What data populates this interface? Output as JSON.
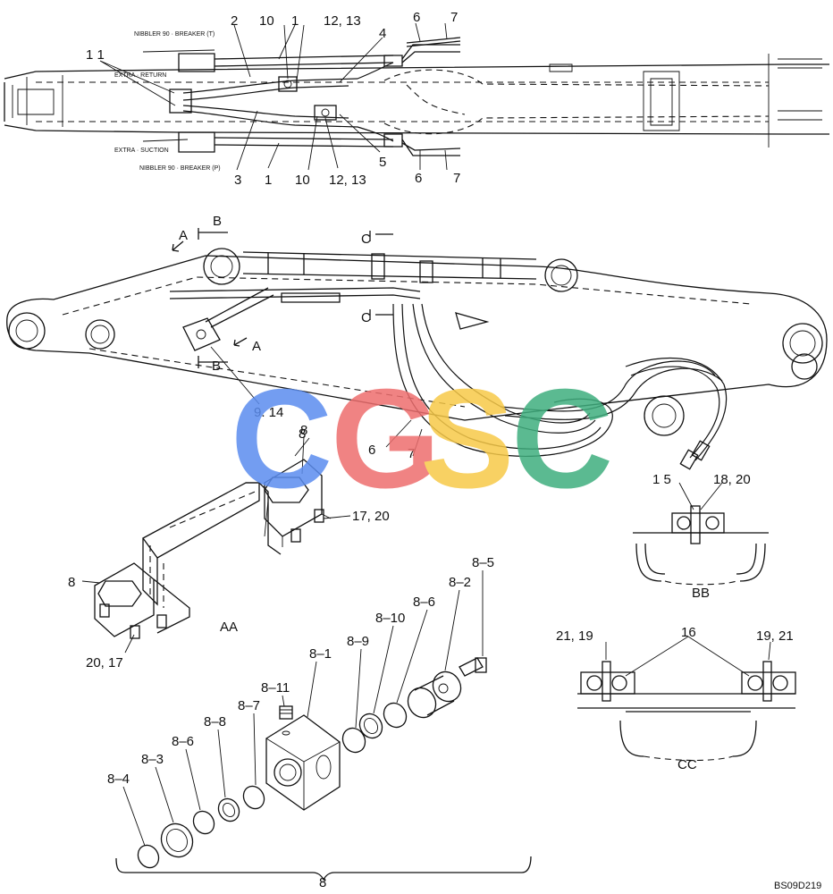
{
  "top_view": {
    "labels": {
      "l2": "2",
      "l10a": "10",
      "l1a": "1",
      "l1213a": "12, 13",
      "l6a": "6",
      "l7a": "7",
      "l4": "4",
      "l11": "1 1",
      "l5": "5",
      "l3": "3",
      "l1b": "1",
      "l10b": "10",
      "l1213b": "12, 13",
      "l6b": "6",
      "l7b": "7"
    },
    "small_text": {
      "nibbler_t": "NIBBLER 90 · BREAKER (T)",
      "extra_return": "EXTRA · RETURN",
      "extra_suction": "EXTRA · SUCTION",
      "nibbler_p": "NIBBLER 90 · BREAKER (P)"
    }
  },
  "side_view": {
    "labels": {
      "b1": "B",
      "b2": "B",
      "a1": "A",
      "a2": "A",
      "c1": "C",
      "c2": "C",
      "l914": "9. 14",
      "l8a": "8",
      "l6": "6",
      "l7": "7"
    }
  },
  "detail_aa": {
    "title": "AA",
    "labels": {
      "l8top": "8",
      "l1720": "17, 20",
      "l8left": "8",
      "l2017": "20, 17"
    }
  },
  "detail_bb": {
    "title": "BB",
    "labels": {
      "l15": "1 5",
      "l1820": "18, 20"
    }
  },
  "detail_cc": {
    "title": "CC",
    "labels": {
      "l2119": "21, 19",
      "l16": "16",
      "l1921": "19, 21"
    }
  },
  "exploded": {
    "labels": {
      "p85": "8–5",
      "p82": "8–2",
      "p86": "8–6",
      "p810": "8–10",
      "p89": "8–9",
      "p81": "8–1",
      "p811": "8–11",
      "p87": "8–7",
      "p88": "8–8",
      "p86b": "8–6",
      "p83": "8–3",
      "p84": "8–4",
      "p8": "8"
    }
  },
  "watermark": {
    "letters": [
      "C",
      "G",
      "S",
      "C"
    ],
    "colors": [
      "#5b8def",
      "#ee6e6e",
      "#f7c948",
      "#3fae7e"
    ]
  },
  "drawing_code": "BS09D219"
}
